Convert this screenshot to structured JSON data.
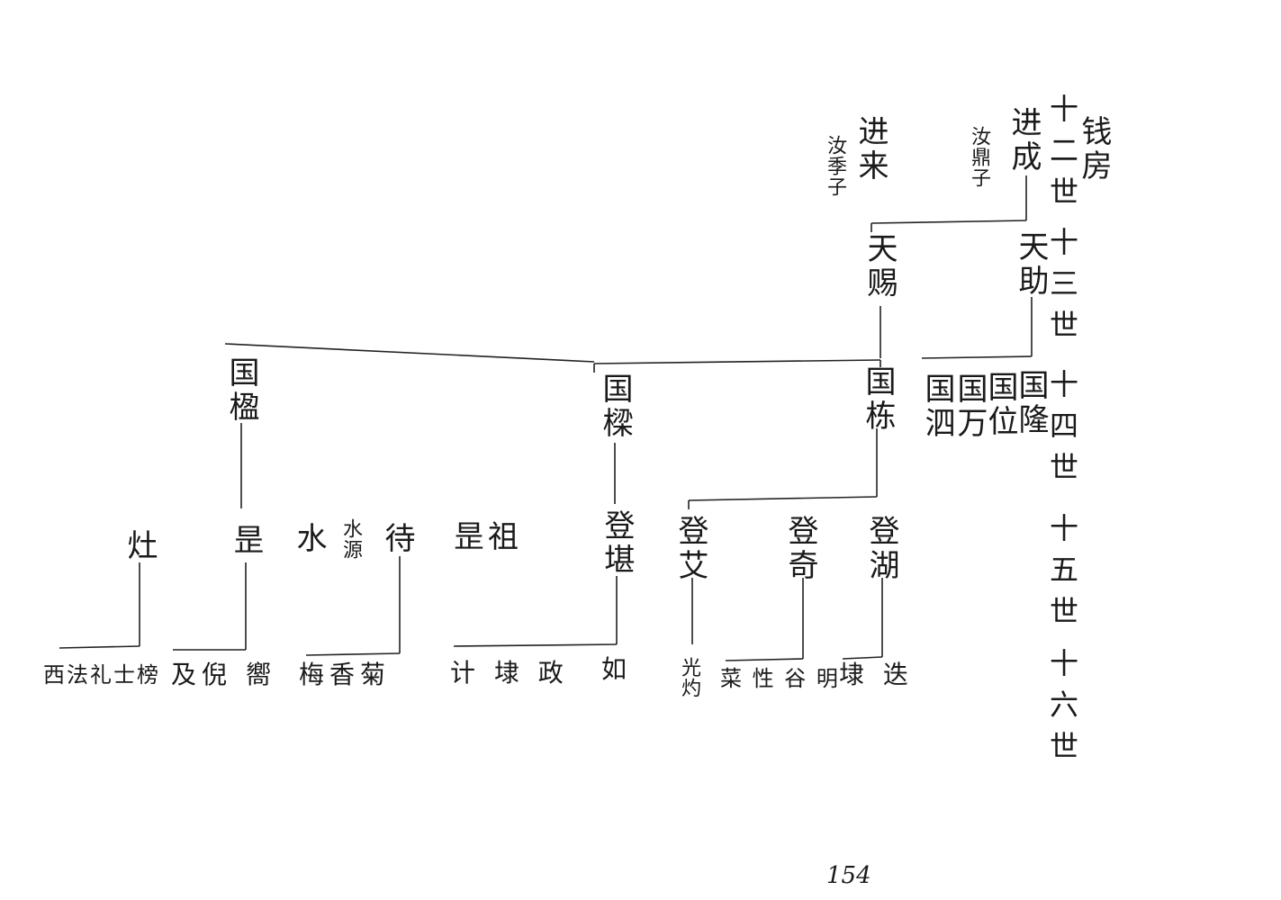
{
  "header": {
    "clan_label": "钱房"
  },
  "generations": [
    "十二世",
    "十三世",
    "十四世",
    "十五世",
    "十六世"
  ],
  "gen12": [
    {
      "name": "进来",
      "note": "汝季子"
    },
    {
      "name": "进成",
      "note": "汝鼎子"
    }
  ],
  "gen13": [
    "天赐",
    "天助"
  ],
  "gen14": [
    "国楹",
    "国樑",
    "国栋",
    "国泗",
    "国万",
    "国位",
    "国隆"
  ],
  "gen15": [
    "灶",
    "昰",
    "水",
    "水源",
    "待",
    "昰祖",
    "登堪",
    "登艾",
    "登奇",
    "登湖"
  ],
  "gen16": {
    "ji": "西法礼士榜",
    "xian": "及倪 嚮",
    "dai": "梅香菊",
    "kan": "计 埭 政",
    "ru": "如",
    "ai": "光灼",
    "qi": "菜 性 谷 明",
    "hu": "埭 迭"
  },
  "page_number": "154"
}
